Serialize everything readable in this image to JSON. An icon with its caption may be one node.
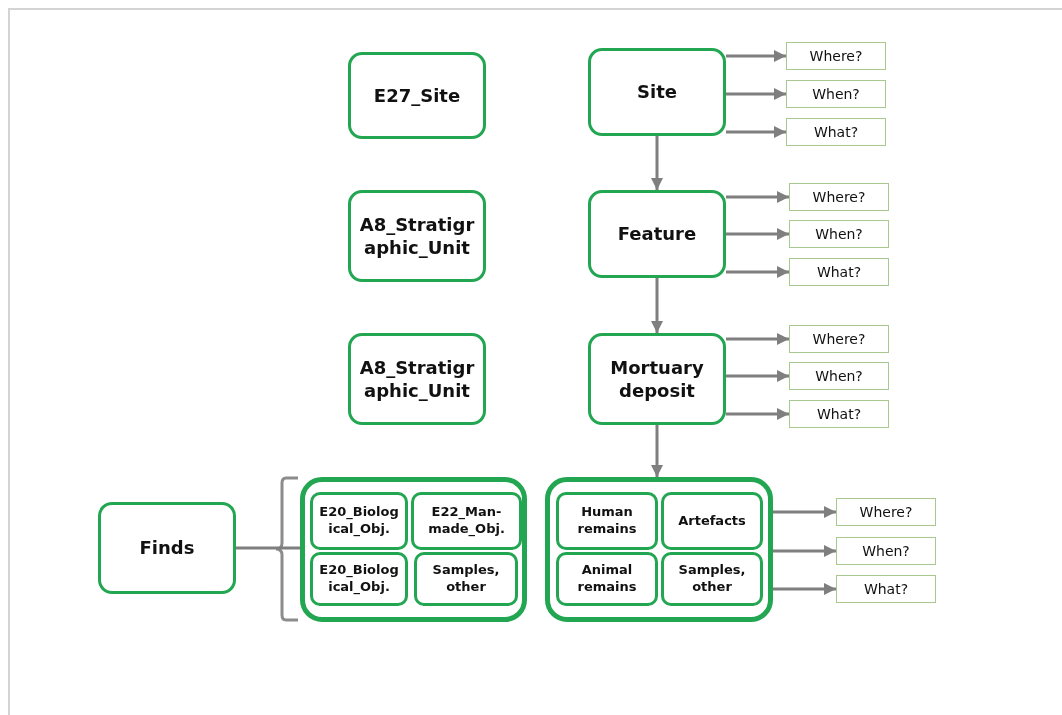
{
  "diagram": {
    "nodes": [
      {
        "text": [
          "E27_Site"
        ]
      },
      {
        "text": [
          "A8_Stratigraphic_Unit"
        ]
      },
      {
        "text": [
          "A8_Stratigraphic_Unit"
        ]
      },
      {
        "text": [
          "Site"
        ]
      },
      {
        "text": [
          "Where?"
        ]
      },
      {
        "text": [
          "When?"
        ]
      },
      {
        "text": [
          "What?"
        ]
      },
      {
        "text": [
          "Feature"
        ]
      },
      {
        "text": [
          "Where?"
        ]
      },
      {
        "text": [
          "When?"
        ]
      },
      {
        "text": [
          "What?"
        ]
      },
      {
        "text": [
          "Mortuary deposit"
        ]
      },
      {
        "text": [
          "Where?"
        ]
      },
      {
        "text": [
          "When?"
        ]
      },
      {
        "text": [
          "What?"
        ]
      },
      {
        "text": [
          "Finds"
        ]
      },
      {
        "text": [],
        "shape": "box"
      },
      {
        "text": [
          "E20_Biological_Obj."
        ],
        "in": 16
      },
      {
        "text": [
          "E22_Man-made_Obj."
        ],
        "in": 16
      },
      {
        "text": [
          "E20_Biological_Obj."
        ],
        "in": 16
      },
      {
        "text": [
          "Samples, other"
        ],
        "in": 16
      },
      {
        "text": [],
        "shape": "box"
      },
      {
        "text": [
          "Human remains"
        ],
        "in": 21
      },
      {
        "text": [
          "Artefacts"
        ],
        "in": 21
      },
      {
        "text": [
          "Animal remains"
        ],
        "in": 21
      },
      {
        "text": [
          "Samples, other"
        ],
        "in": 21
      },
      {
        "text": [
          "Where?"
        ]
      },
      {
        "text": [
          "When?"
        ]
      },
      {
        "text": [
          "What?"
        ]
      }
    ],
    "edges": [
      {
        "from": 3,
        "to": 4,
        "arrow": "to"
      },
      {
        "from": 3,
        "to": 5,
        "arrow": "to"
      },
      {
        "from": 3,
        "to": 6,
        "arrow": "to"
      },
      {
        "from": 3,
        "to": 7,
        "arrow": "to"
      },
      {
        "from": 7,
        "to": 8,
        "arrow": "to"
      },
      {
        "from": 7,
        "to": 9,
        "arrow": "to"
      },
      {
        "from": 7,
        "to": 10,
        "arrow": "to"
      },
      {
        "from": 7,
        "to": 11,
        "arrow": "to"
      },
      {
        "from": 11,
        "to": 12,
        "arrow": "to"
      },
      {
        "from": 11,
        "to": 13,
        "arrow": "to"
      },
      {
        "from": 11,
        "to": 14,
        "arrow": "to"
      },
      {
        "from": 11,
        "to": 21,
        "arrow": "to"
      },
      {
        "from": 21,
        "to": 26,
        "arrow": "to"
      },
      {
        "from": 21,
        "to": 27,
        "arrow": "to"
      },
      {
        "from": 21,
        "to": 28,
        "arrow": "to"
      },
      {
        "from": 15,
        "to": 16,
        "arrow": "none"
      }
    ]
  }
}
